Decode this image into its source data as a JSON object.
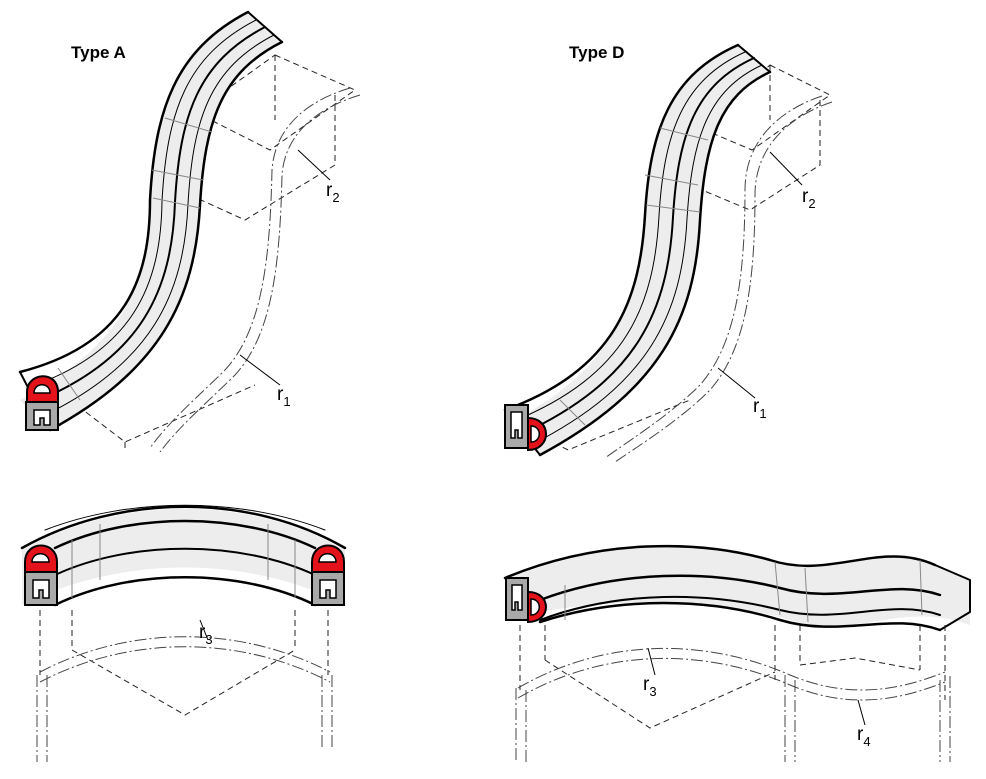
{
  "titles": {
    "type_a": "Type A",
    "type_d": "Type D"
  },
  "radius_labels": {
    "a_r1": {
      "base": "r",
      "sub": "1"
    },
    "a_r2": {
      "base": "r",
      "sub": "2"
    },
    "a_r3": {
      "base": "r",
      "sub": "3"
    },
    "d_r1": {
      "base": "r",
      "sub": "1"
    },
    "d_r2": {
      "base": "r",
      "sub": "2"
    },
    "d_r3": {
      "base": "r",
      "sub": "3"
    },
    "d_r4": {
      "base": "r",
      "sub": "4"
    }
  },
  "colors": {
    "seal_bulb": "#e3121b",
    "clamp_profile": "#a9a9a9",
    "profile_body": "#ededed",
    "outline": "#000000"
  }
}
